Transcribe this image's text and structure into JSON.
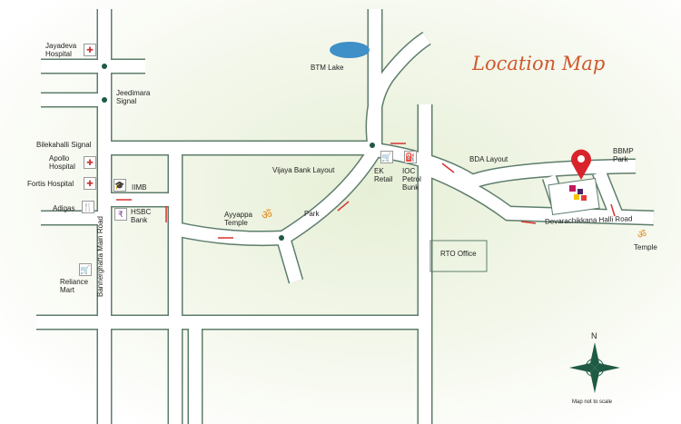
{
  "title": "Location Map",
  "labels": {
    "jayadeva": "Jayadeva Hospital",
    "jeedimara": "Jeedimara Signal",
    "bilekahalli": "Bilekahalli Signal",
    "apollo": "Apollo Hospital",
    "fortis": "Fortis Hospital",
    "adigas": "Adigas",
    "reliance": "Reliance Mart",
    "iimb": "IIMB",
    "hsbc": "HSBC Bank",
    "ayyappa": "Ayyappa Temple",
    "park": "Park",
    "vijaya": "Vijaya Bank Layout",
    "btm": "BTM Lake",
    "ek": "EK Retail",
    "ioc": "IOC Petrol Bunk",
    "bda": "BDA Layout",
    "bbmp": "BBMP Park",
    "rto": "RTO Office",
    "temple": "Temple",
    "bannerghatta": "Bannerghatta Main Road",
    "devarachikkana": "Devarachikkana Halli Road",
    "compass_n": "N",
    "scale_note": "Map not to scale"
  },
  "colors": {
    "road_edge": "#5e7d6c",
    "road_fill": "#ffffff",
    "arrow": "#d8322e",
    "title": "#d0582e",
    "pin": "#d9232b"
  }
}
